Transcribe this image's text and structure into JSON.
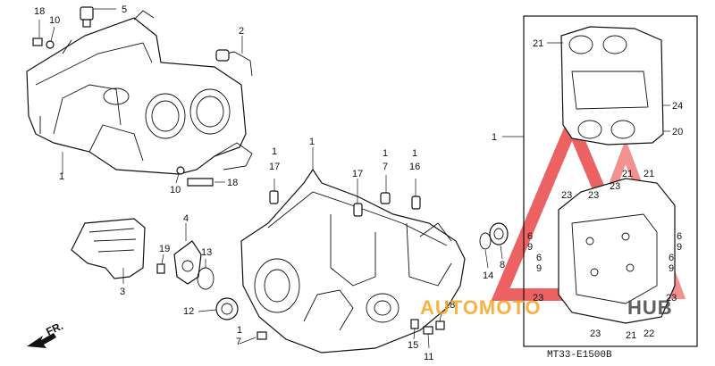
{
  "callouts": {
    "upper_case": [
      "18",
      "10",
      "5",
      "2",
      "1",
      "10",
      "18"
    ],
    "left_parts": [
      "3",
      "4",
      "19",
      "13",
      "12",
      "7",
      "1"
    ],
    "lower_case_top": [
      "1",
      "17",
      "1",
      "17",
      "1",
      "7",
      "1",
      "16"
    ],
    "lower_case_right": [
      "14",
      "8",
      "18",
      "15",
      "11"
    ],
    "inset": [
      "21",
      "24",
      "20",
      "1",
      "21",
      "21",
      "23",
      "23",
      "23",
      "6",
      "9",
      "6",
      "9",
      "6",
      "9",
      "6",
      "9",
      "23",
      "23",
      "23",
      "21",
      "22"
    ]
  },
  "labels": {
    "fr_arrow": "FR.",
    "diagram_code": "MT33-E1500B",
    "watermark_part1": "AUTOMOTO",
    "watermark_part2": "HUB"
  },
  "colors": {
    "line": "#111111",
    "watermark_red": "#e83a3a",
    "watermark_orange": "#f5a623",
    "watermark_gray": "#444444"
  }
}
